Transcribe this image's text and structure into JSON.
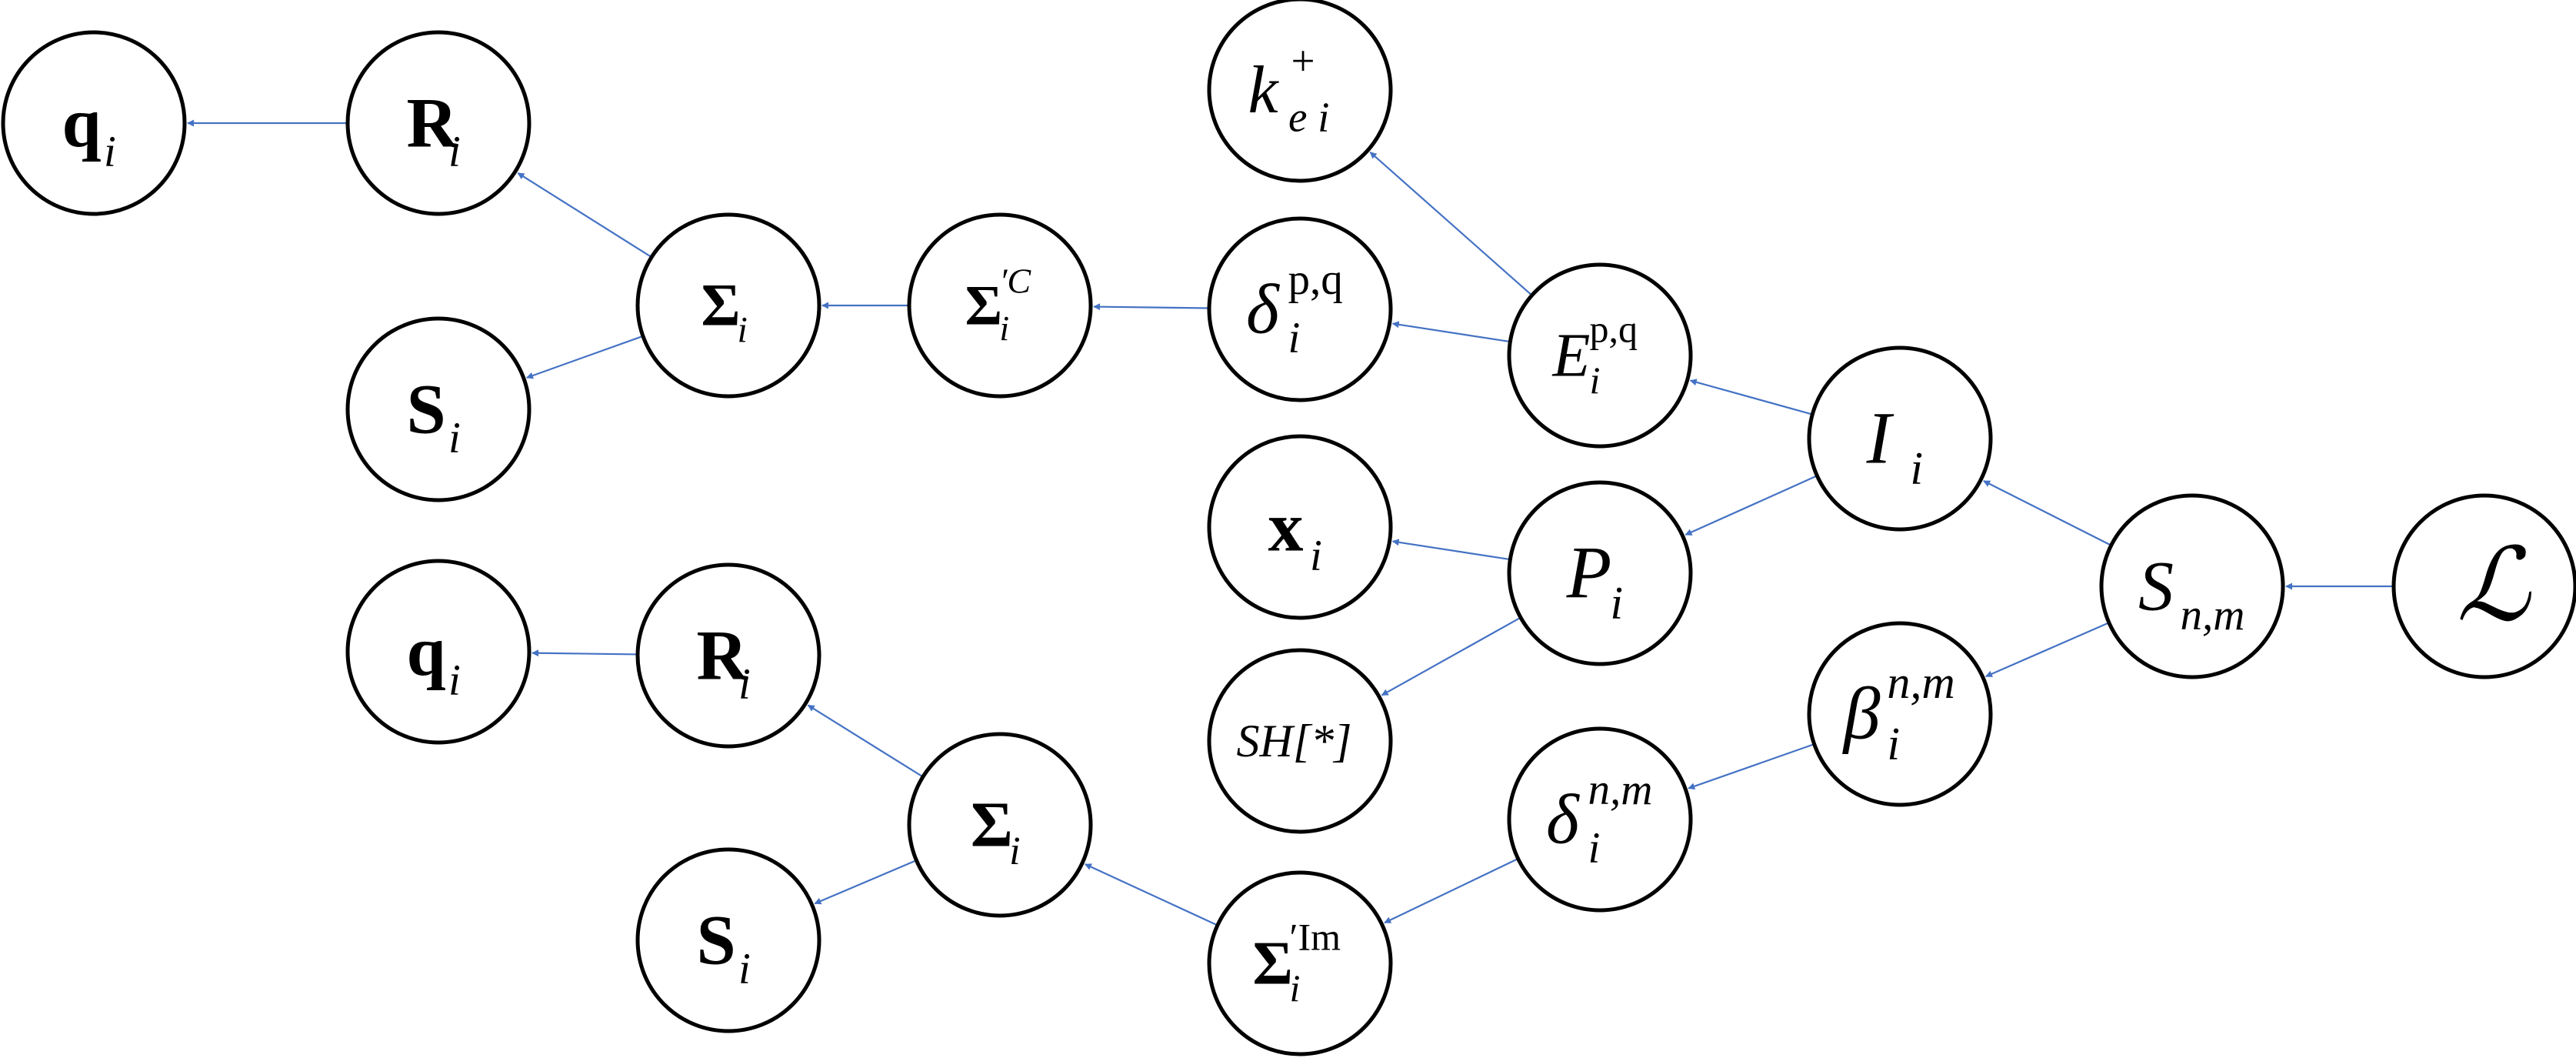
{
  "colors": {
    "edge": "#4472C4",
    "node_stroke": "#000000",
    "background": "#ffffff"
  },
  "nodes": {
    "q_top": {
      "base": "q",
      "sub": "i"
    },
    "R_top": {
      "base": "R",
      "sub": "i"
    },
    "Sigma_top": {
      "base": "Σ",
      "sub": "i"
    },
    "S_top": {
      "base": "S",
      "sub": "i"
    },
    "SigmaC": {
      "base": "Σ",
      "sub": "i",
      "sup": "′C"
    },
    "k": {
      "base": "k",
      "sub": "e i",
      "sup": "+"
    },
    "delta_pq": {
      "base": "δ",
      "sub": "i",
      "sup": "p,q"
    },
    "E_pq": {
      "base": "E",
      "sub": "i",
      "sup": "p,q"
    },
    "I": {
      "base": "I",
      "sub": "i"
    },
    "x": {
      "base": "x",
      "sub": "i"
    },
    "P": {
      "base": "P",
      "sub": "i"
    },
    "S_nm": {
      "base": "S",
      "sub": "n,m"
    },
    "L": {
      "base": "ℒ"
    },
    "q_bot": {
      "base": "q",
      "sub": "i"
    },
    "R_bot": {
      "base": "R",
      "sub": "i"
    },
    "SH": {
      "base": "SH[*]"
    },
    "beta": {
      "base": "β",
      "sub": "i",
      "sup": "n,m"
    },
    "delta_nm": {
      "base": "δ",
      "sub": "i",
      "sup": "n,m"
    },
    "Sigma_bot": {
      "base": "Σ",
      "sub": "i"
    },
    "S_bot": {
      "base": "S",
      "sub": "i"
    },
    "SigmaIm": {
      "base": "Σ",
      "sub": "i",
      "sup": "′Im"
    }
  },
  "edges": [
    {
      "from": "R_top",
      "to": "q_top"
    },
    {
      "from": "Sigma_top",
      "to": "R_top"
    },
    {
      "from": "Sigma_top",
      "to": "S_top"
    },
    {
      "from": "SigmaC",
      "to": "Sigma_top"
    },
    {
      "from": "delta_pq",
      "to": "SigmaC"
    },
    {
      "from": "E_pq",
      "to": "k"
    },
    {
      "from": "E_pq",
      "to": "delta_pq"
    },
    {
      "from": "I",
      "to": "E_pq"
    },
    {
      "from": "I",
      "to": "P"
    },
    {
      "from": "P",
      "to": "x"
    },
    {
      "from": "P",
      "to": "SH"
    },
    {
      "from": "S_nm",
      "to": "I"
    },
    {
      "from": "S_nm",
      "to": "beta"
    },
    {
      "from": "L",
      "to": "S_nm"
    },
    {
      "from": "beta",
      "to": "delta_nm"
    },
    {
      "from": "delta_nm",
      "to": "SigmaIm"
    },
    {
      "from": "SigmaIm",
      "to": "Sigma_bot"
    },
    {
      "from": "Sigma_bot",
      "to": "R_bot"
    },
    {
      "from": "Sigma_bot",
      "to": "S_bot"
    },
    {
      "from": "R_bot",
      "to": "q_bot"
    }
  ]
}
